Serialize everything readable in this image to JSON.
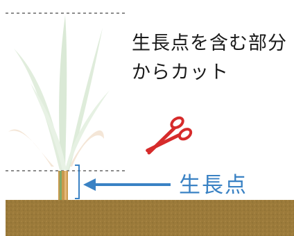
{
  "caption": {
    "line1": "生長点を含む部分",
    "line2": "からカット"
  },
  "label": {
    "growing_point": "生長点"
  },
  "icons": {
    "cut": "scissors-icon",
    "pointer": "arrow-left-icon"
  },
  "colors": {
    "soil": "#9b7a3a",
    "label_blue": "#3a82c4",
    "scissors_red": "#d62b2b",
    "guide_line": "#8c8c8c",
    "leaf_faded": "#cfe3cb",
    "stem": "#c99a4d"
  }
}
